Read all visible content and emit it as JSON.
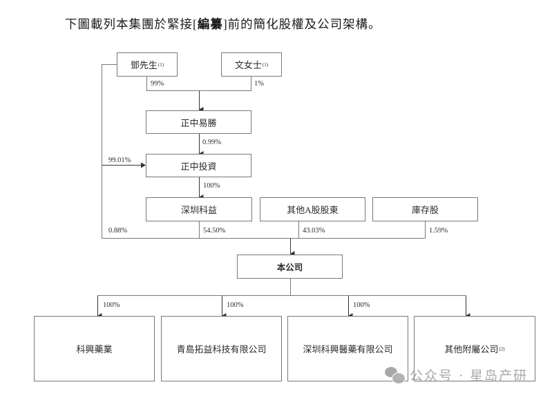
{
  "intro": {
    "before": "下圖載列本集團於緊接[",
    "bold": "編纂",
    "after": "]前的簡化股權及公司架構。"
  },
  "nodes": {
    "mr_deng": {
      "label": "鄧先生",
      "note": "(1)"
    },
    "ms_wen": {
      "label": "文女士",
      "note": "(1)"
    },
    "zhengzhong_yisheng": {
      "label": "正中易勝"
    },
    "zhengzhong_investment": {
      "label": "正中投資"
    },
    "shenzhen_keyi": {
      "label": "深圳科益"
    },
    "other_a_shareholders": {
      "label": "其他A股股東"
    },
    "treasury_shares": {
      "label": "庫存股"
    },
    "company": {
      "label": "本公司"
    },
    "kexing_pharma": {
      "label": "科興藥業"
    },
    "qingdao_tuoyi": {
      "label": "青島拓益科技有限公司"
    },
    "shenzhen_kexing_medical": {
      "label": "深圳科興醫藥有限公司"
    },
    "other_subsidiaries": {
      "label": "其他附屬公司",
      "note": "(2)"
    }
  },
  "percentages": {
    "deng_to_yisheng": "99%",
    "wen_to_yisheng": "1%",
    "yisheng_to_investment": "0.99%",
    "deng_to_investment": "99.01%",
    "investment_to_keyi": "100%",
    "deng_to_company": "0.88%",
    "keyi_to_company": "54.50%",
    "other_a_to_company": "43.03%",
    "treasury_to_company": "1.59%",
    "company_to_kexing_pharma": "100%",
    "company_to_qingdao_tuoyi": "100%",
    "company_to_shenzhen_kexing": "100%"
  },
  "watermark": {
    "text": "公众号 · 星岛产研",
    "icon": "wechat-icon"
  }
}
